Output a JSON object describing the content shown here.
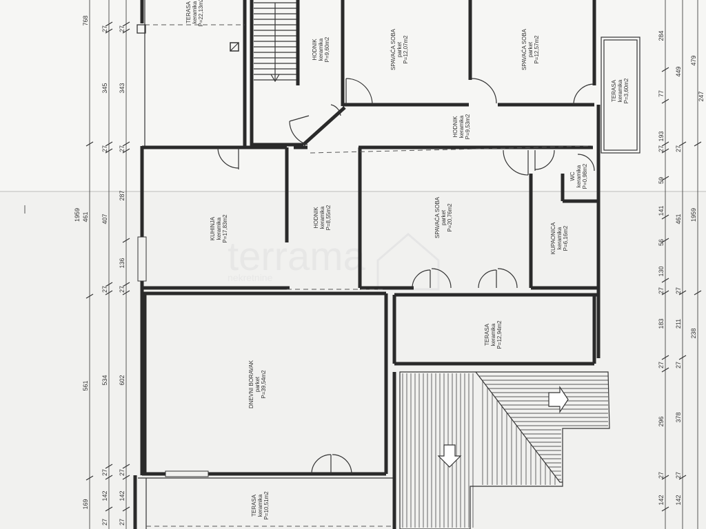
{
  "watermark": {
    "brand": "terrama",
    "sub": "nekretnine"
  },
  "rooms": [
    {
      "id": "terasa-top-left",
      "name": "TERASA",
      "material": "keramika",
      "area": "P=22,13m2"
    },
    {
      "id": "hodnik-1",
      "name": "HODNIK",
      "material": "keramika",
      "area": "P=9,60m2"
    },
    {
      "id": "spavaca-1",
      "name": "SPAVAĆA SOBA",
      "material": "parket",
      "area": "P=12,07m2"
    },
    {
      "id": "spavaca-2",
      "name": "SPAVAĆA SOBA",
      "material": "parket",
      "area": "P=12,57m2"
    },
    {
      "id": "terasa-right",
      "name": "TERASA",
      "material": "keramika",
      "area": "P=3,60m2"
    },
    {
      "id": "hodnik-2",
      "name": "HODNIK",
      "material": "keramika",
      "area": "P=9,53m2"
    },
    {
      "id": "wc",
      "name": "WC",
      "material": "keramika",
      "area": "P=0,98m2"
    },
    {
      "id": "kuhinja",
      "name": "KUHINJA",
      "material": "keramika",
      "area": "P=17,83m2"
    },
    {
      "id": "hodnik-3",
      "name": "HODNIK",
      "material": "keramika",
      "area": "P=8,55m2"
    },
    {
      "id": "spavaca-3",
      "name": "SPAVAĆA SOBA",
      "material": "parket",
      "area": "P=20,76m2"
    },
    {
      "id": "kupaonica",
      "name": "KUPAONICA",
      "material": "keramika",
      "area": "P=6,16m2"
    },
    {
      "id": "terasa-mid",
      "name": "TERASA",
      "material": "keramika",
      "area": "P=12,94m2"
    },
    {
      "id": "dnevni",
      "name": "DNEVNI BORAVAK",
      "material": "parket",
      "area": "P=39,54m2"
    },
    {
      "id": "terasa-bottom",
      "name": "TERASA",
      "material": "keramika",
      "area": "P=10,51m2"
    }
  ],
  "dims_left": {
    "outer": [
      "768",
      "461",
      "561",
      "169"
    ],
    "total": "1959",
    "mid": [
      "27",
      "345",
      "27",
      "407",
      "27",
      "534",
      "27",
      "142",
      "27"
    ],
    "inner": [
      "27",
      "343",
      "27",
      "287",
      "136",
      "27",
      "602",
      "27",
      "142",
      "27"
    ]
  },
  "dims_right": {
    "inner": [
      "284",
      "77",
      "193",
      "27",
      "59",
      "141",
      "56",
      "130",
      "27",
      "183",
      "27",
      "296",
      "27",
      "142"
    ],
    "mid": [
      "449",
      "27",
      "461",
      "27",
      "211",
      "27",
      "378",
      "27",
      "142"
    ],
    "outer": [
      "479",
      "238"
    ],
    "total": "1959",
    "cut": "247"
  }
}
